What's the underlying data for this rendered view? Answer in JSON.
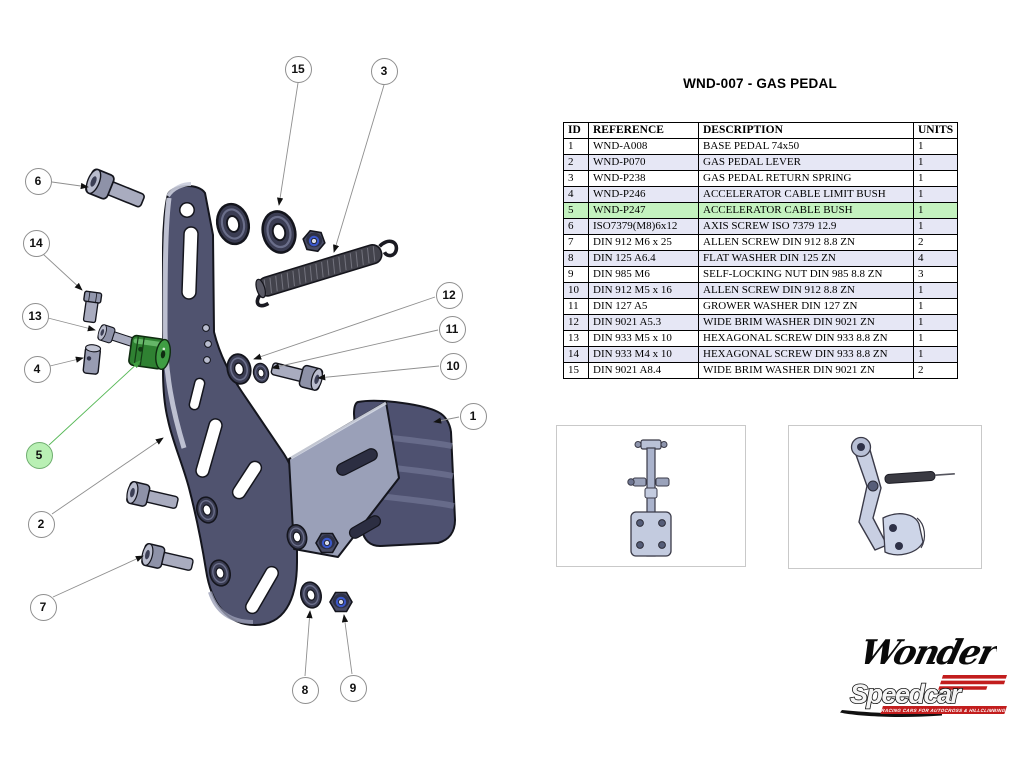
{
  "title": "WND-007 - GAS PEDAL",
  "parts_table": {
    "headers": [
      "ID",
      "REFERENCE",
      "DESCRIPTION",
      "UNITS"
    ],
    "rows": [
      {
        "id": "1",
        "reference": "WND-A008",
        "description": "BASE PEDAL 74x50",
        "units": "1",
        "highlighted": false
      },
      {
        "id": "2",
        "reference": "WND-P070",
        "description": "GAS PEDAL LEVER",
        "units": "1",
        "highlighted": false
      },
      {
        "id": "3",
        "reference": "WND-P238",
        "description": "GAS PEDAL RETURN SPRING",
        "units": "1",
        "highlighted": false
      },
      {
        "id": "4",
        "reference": "WND-P246",
        "description": "ACCELERATOR CABLE LIMIT BUSH",
        "units": "1",
        "highlighted": false
      },
      {
        "id": "5",
        "reference": "WND-P247",
        "description": "ACCELERATOR CABLE BUSH",
        "units": "1",
        "highlighted": true
      },
      {
        "id": "6",
        "reference": "ISO7379(M8)6x12",
        "description": "AXIS SCREW ISO 7379 12.9",
        "units": "1",
        "highlighted": false
      },
      {
        "id": "7",
        "reference": "DIN 912 M6 x 25",
        "description": "ALLEN SCREW DIN 912 8.8 ZN",
        "units": "2",
        "highlighted": false
      },
      {
        "id": "8",
        "reference": "DIN 125 A6.4",
        "description": "FLAT WASHER DIN 125 ZN",
        "units": "4",
        "highlighted": false
      },
      {
        "id": "9",
        "reference": "DIN 985 M6",
        "description": "SELF-LOCKING NUT DIN 985 8.8 ZN",
        "units": "3",
        "highlighted": false
      },
      {
        "id": "10",
        "reference": "DIN 912 M5 x 16",
        "description": "ALLEN SCREW DIN 912 8.8 ZN",
        "units": "1",
        "highlighted": false
      },
      {
        "id": "11",
        "reference": "DIN 127 A5",
        "description": "GROWER WASHER DIN 127 ZN",
        "units": "1",
        "highlighted": false
      },
      {
        "id": "12",
        "reference": "DIN 9021 A5.3",
        "description": "WIDE BRIM WASHER DIN 9021 ZN",
        "units": "1",
        "highlighted": false
      },
      {
        "id": "13",
        "reference": "DIN 933 M5 x 10",
        "description": "HEXAGONAL SCREW DIN 933 8.8 ZN",
        "units": "1",
        "highlighted": false
      },
      {
        "id": "14",
        "reference": "DIN 933 M4 x 10",
        "description": "HEXAGONAL SCREW DIN 933 8.8 ZN",
        "units": "1",
        "highlighted": false
      },
      {
        "id": "15",
        "reference": "DIN 9021 A8.4",
        "description": "WIDE BRIM WASHER DIN 9021 ZN",
        "units": "2",
        "highlighted": false
      }
    ]
  },
  "callouts": [
    {
      "num": "1"
    },
    {
      "num": "2"
    },
    {
      "num": "3"
    },
    {
      "num": "4"
    },
    {
      "num": "5"
    },
    {
      "num": "6"
    },
    {
      "num": "7"
    },
    {
      "num": "8"
    },
    {
      "num": "9"
    },
    {
      "num": "10"
    },
    {
      "num": "11"
    },
    {
      "num": "12"
    },
    {
      "num": "13"
    },
    {
      "num": "14"
    },
    {
      "num": "15"
    }
  ],
  "highlighted_callout": "5",
  "branding": {
    "wonder_text": "Wonder",
    "speedcar_text": "Speedcar",
    "speedcar_tagline": "RACING CARS FOR AUTOCROSS & HILLCLIMBING"
  },
  "colors": {
    "row_alt": "#e6e7f5",
    "highlight_green": "#c4f2bf",
    "part_green": "#2f8132",
    "lever_dark": "#50536f",
    "metal_light": "#a9acbf",
    "speedcar_red": "#c21d1d"
  }
}
